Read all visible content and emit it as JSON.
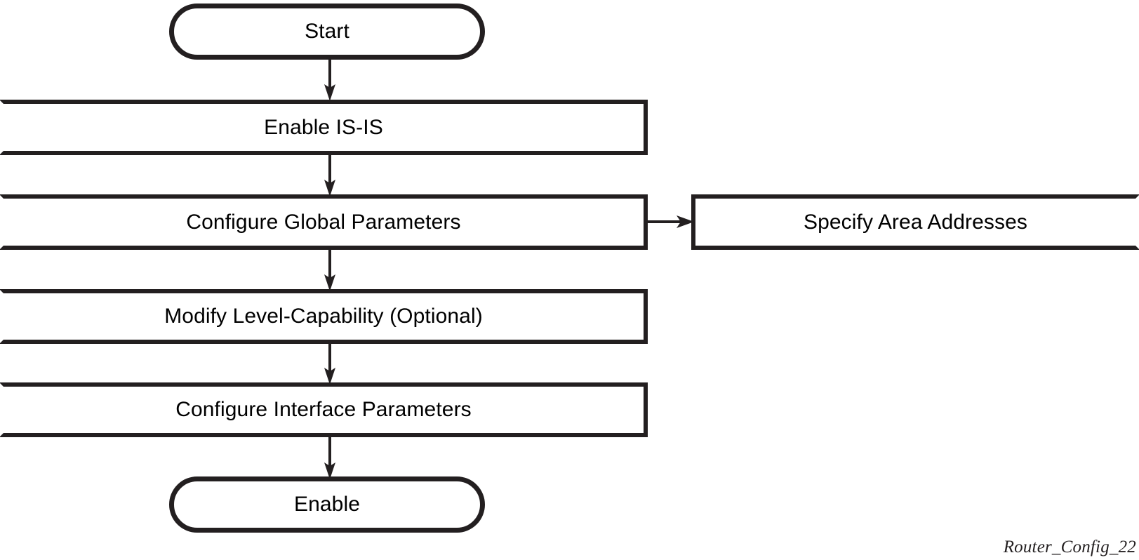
{
  "figure": {
    "type": "flowchart",
    "orientation": "top-to-bottom",
    "background_color": "#ffffff",
    "stroke_color": "#231f20",
    "text_color": "#000000",
    "caption": "Router_Config_22"
  },
  "nodes": [
    {
      "id": "start",
      "shape": "terminator",
      "label": "Start"
    },
    {
      "id": "enable-isis",
      "shape": "process",
      "label": "Enable IS-IS"
    },
    {
      "id": "configure-global-parameters",
      "shape": "process",
      "label": "Configure Global Parameters"
    },
    {
      "id": "specify-area-addresses",
      "shape": "process",
      "label": "Specify Area Addresses"
    },
    {
      "id": "modify-level-capability",
      "shape": "process",
      "label": "Modify Level-Capability (Optional)"
    },
    {
      "id": "configure-interface-parameters",
      "shape": "process",
      "label": "Configure Interface Parameters"
    },
    {
      "id": "enable",
      "shape": "terminator",
      "label": "Enable"
    }
  ],
  "edges": [
    {
      "id": "start-to-enable-isis",
      "from": "start",
      "to": "enable-isis",
      "direction": "down"
    },
    {
      "id": "enable-isis-to-configure-global-parameters",
      "from": "enable-isis",
      "to": "configure-global-parameters",
      "direction": "down"
    },
    {
      "id": "configure-global-parameters-to-specify-area-addresses",
      "from": "configure-global-parameters",
      "to": "specify-area-addresses",
      "direction": "right"
    },
    {
      "id": "configure-global-parameters-to-modify-level-capability",
      "from": "configure-global-parameters",
      "to": "modify-level-capability",
      "direction": "down"
    },
    {
      "id": "modify-level-capability-to-configure-interface-parameters",
      "from": "modify-level-capability",
      "to": "configure-interface-parameters",
      "direction": "down"
    },
    {
      "id": "configure-interface-parameters-to-enable",
      "from": "configure-interface-parameters",
      "to": "enable",
      "direction": "down"
    }
  ]
}
